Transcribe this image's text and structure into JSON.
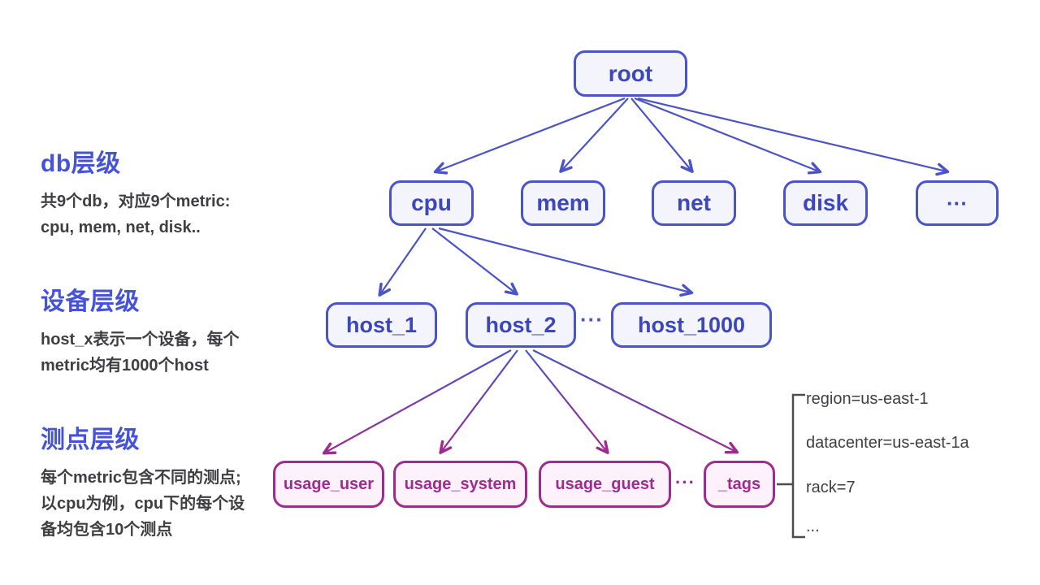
{
  "colors": {
    "blue_border": "#4a53c8",
    "blue_fill": "#f3f4fc",
    "blue_text": "#3c46bd",
    "magenta_border": "#9e2b8f",
    "magenta_fill": "#fdf2fb",
    "heading_blue": "#4552da",
    "body_gray": "#3f3f42",
    "bracket_gray": "#4d4d4d"
  },
  "annotations": [
    {
      "heading": "db层级",
      "line1": "共9个db，对应9个metric:",
      "line2": "cpu, mem, net, disk.."
    },
    {
      "heading": "设备层级",
      "line1": "host_x表示一个设备，每个",
      "line2": "metric均有1000个host"
    },
    {
      "heading": "测点层级",
      "line1": "每个metric包含不同的测点;",
      "line2": "以cpu为例，cpu下的每个设",
      "line3": "备均包含10个测点"
    }
  ],
  "tree": {
    "root": "root",
    "level2": [
      "cpu",
      "mem",
      "net",
      "disk",
      "···"
    ],
    "hosts": [
      "host_1",
      "host_2",
      "host_1000"
    ],
    "hosts_ellipsis": "···",
    "metrics": [
      "usage_user",
      "usage_system",
      "usage_guest"
    ],
    "metrics_ellipsis": "···",
    "tags_node": "_tags"
  },
  "tags": [
    "region=us-east-1",
    "datacenter=us-east-1a",
    "rack=7",
    "..."
  ]
}
